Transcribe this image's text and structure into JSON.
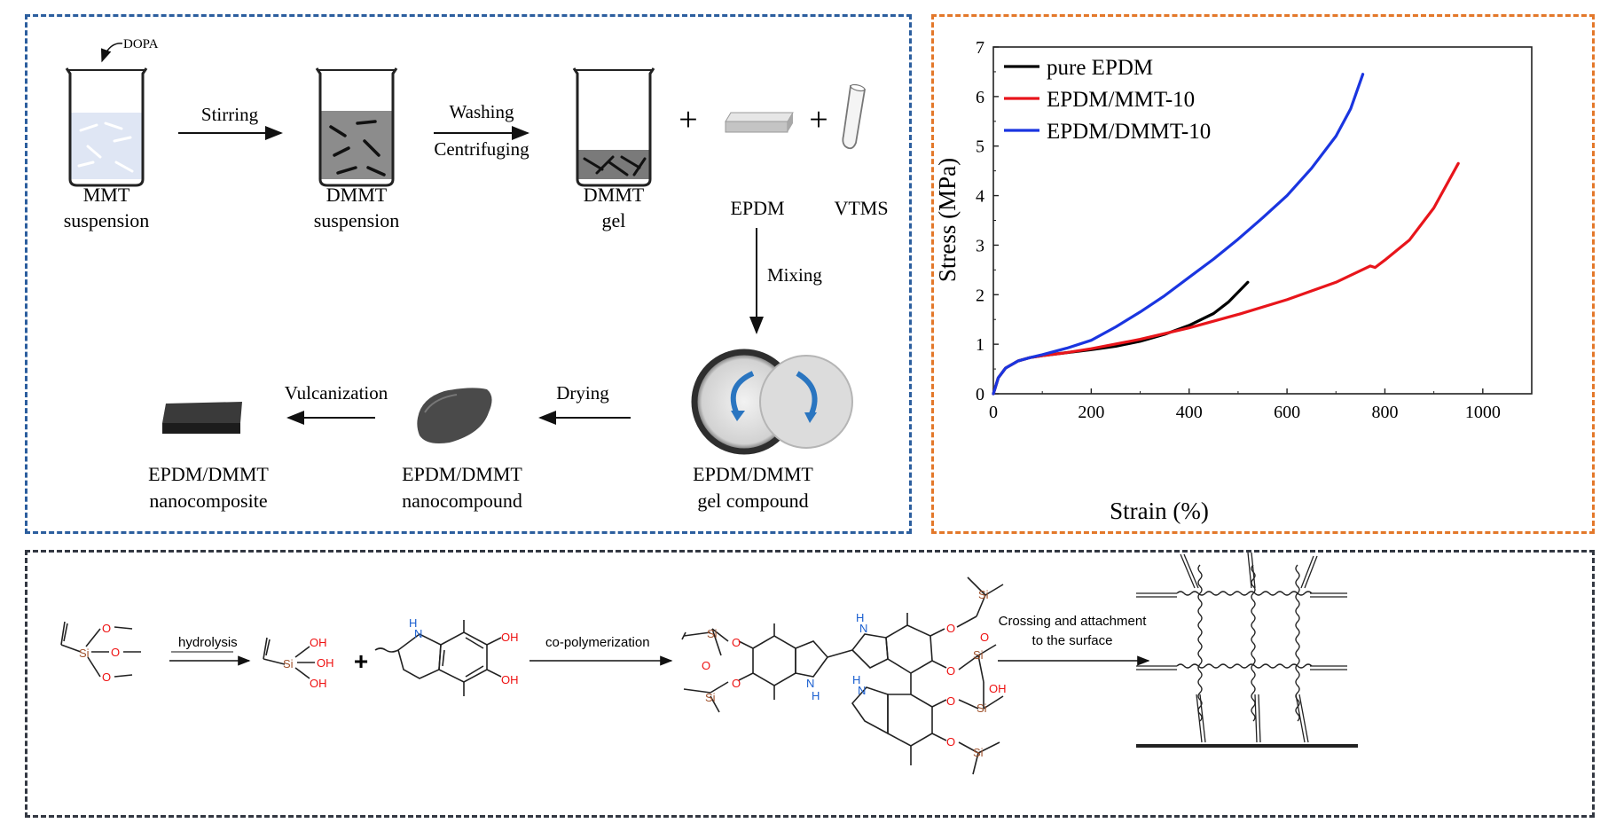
{
  "process": {
    "dopa_label": "DOPA",
    "step_stirring": "Stirring",
    "step_washing": "Washing",
    "step_centrifuging": "Centrifuging",
    "step_mixing": "Mixing",
    "step_drying": "Drying",
    "step_vulcanization": "Vulcanization",
    "plus": "+",
    "items": {
      "mmt_l1": "MMT",
      "mmt_l2": "suspension",
      "dmmt_l1": "DMMT",
      "dmmt_l2": "suspension",
      "gel_l1": "DMMT",
      "gel_l2": "gel",
      "epdm": "EPDM",
      "vtms": "VTMS",
      "gelc_l1": "EPDM/DMMT",
      "gelc_l2": "gel compound",
      "ncpd_l1": "EPDM/DMMT",
      "ncpd_l2": "nanocompound",
      "ncomp_l1": "EPDM/DMMT",
      "ncomp_l2": "nanocomposite"
    }
  },
  "chart_data": {
    "type": "line",
    "xlabel": "Strain (%)",
    "ylabel": "Stress (MPa)",
    "xlim": [
      0,
      1100
    ],
    "ylim": [
      0,
      7
    ],
    "xticks": [
      "0",
      "200",
      "400",
      "600",
      "800",
      "1000"
    ],
    "yticks": [
      "0",
      "1",
      "2",
      "3",
      "4",
      "5",
      "6",
      "7"
    ],
    "grid": false,
    "legend_position": "top-left",
    "series": [
      {
        "name": "pure EPDM",
        "color": "#000000",
        "x": [
          0,
          10,
          25,
          50,
          75,
          100,
          150,
          200,
          250,
          300,
          350,
          400,
          450,
          480,
          500,
          520
        ],
        "y": [
          0,
          0.32,
          0.52,
          0.66,
          0.73,
          0.77,
          0.83,
          0.89,
          0.96,
          1.06,
          1.2,
          1.38,
          1.62,
          1.85,
          2.05,
          2.25
        ]
      },
      {
        "name": "EPDM/MMT-10",
        "color": "#e8151b",
        "x": [
          0,
          10,
          25,
          50,
          75,
          100,
          150,
          200,
          300,
          400,
          500,
          600,
          700,
          770,
          780,
          800,
          850,
          900,
          950
        ],
        "y": [
          0,
          0.32,
          0.52,
          0.66,
          0.73,
          0.77,
          0.83,
          0.91,
          1.1,
          1.33,
          1.6,
          1.9,
          2.25,
          2.58,
          2.55,
          2.7,
          3.1,
          3.75,
          4.65
        ]
      },
      {
        "name": "EPDM/DMMT-10",
        "color": "#1a35e0",
        "x": [
          0,
          10,
          25,
          50,
          75,
          100,
          150,
          200,
          250,
          300,
          350,
          400,
          450,
          500,
          550,
          600,
          650,
          700,
          730,
          755
        ],
        "y": [
          0,
          0.32,
          0.52,
          0.66,
          0.73,
          0.79,
          0.92,
          1.08,
          1.35,
          1.65,
          1.98,
          2.35,
          2.72,
          3.12,
          3.55,
          4.0,
          4.55,
          5.2,
          5.75,
          6.45
        ]
      }
    ]
  },
  "chemistry": {
    "step1": "hydrolysis",
    "step2": "co-polymerization",
    "step3_l1": "Crossing and attachment",
    "step3_l2": "to the surface",
    "plus": "+",
    "atoms": {
      "si": "Si",
      "o": "O",
      "oh": "OH",
      "nh": "N",
      "h": "H"
    }
  }
}
